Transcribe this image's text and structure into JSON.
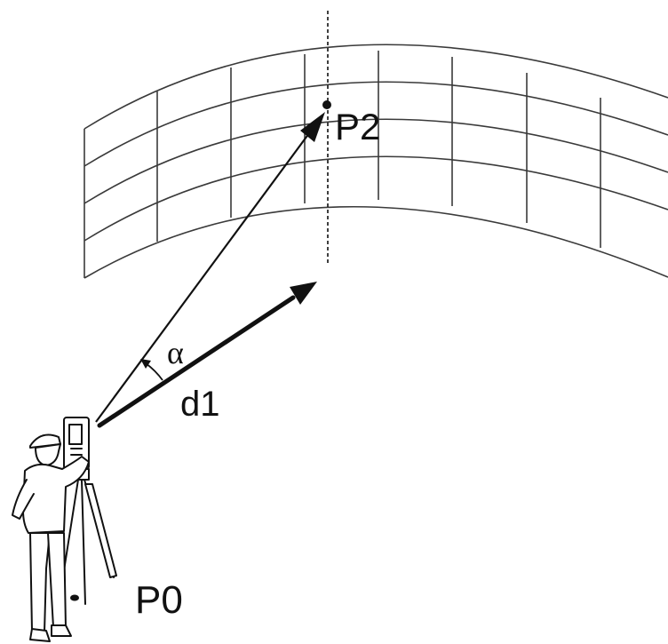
{
  "labels": {
    "target_point": "P2",
    "station_point": "P0",
    "angle": "α",
    "direction": "d1"
  },
  "colors": {
    "line": "#111111",
    "grid": "#3a3a3a",
    "figure_fill": "#ffffff"
  },
  "icons": {
    "surveyor": "surveyor-with-total-station-icon"
  }
}
